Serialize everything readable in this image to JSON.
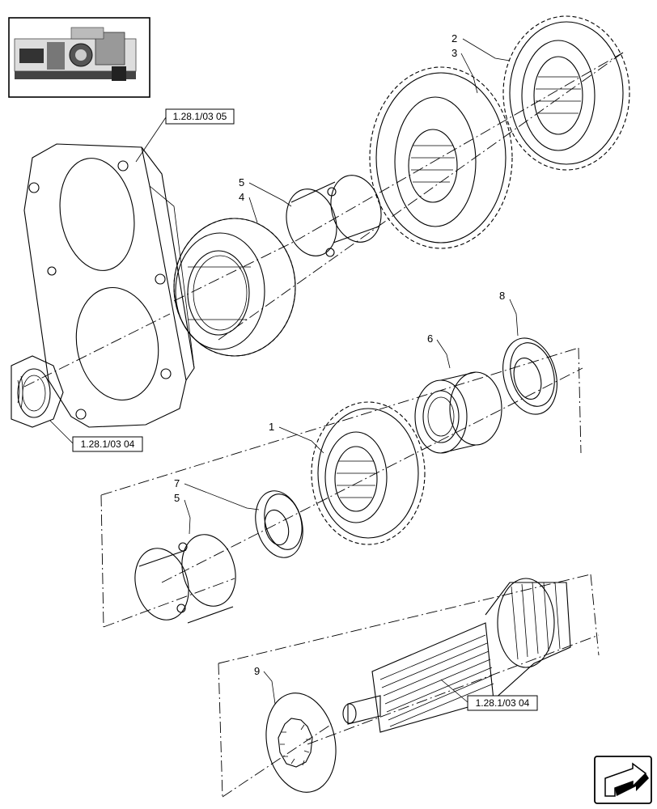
{
  "diagram": {
    "references": {
      "top": "1.28.1/03 05",
      "left": "1.28.1/03 04",
      "shaft": "1.28.1/03 04"
    },
    "callouts": {
      "c1": "1",
      "c2": "2",
      "c3": "3",
      "c4": "4",
      "c5a": "5",
      "c5b": "5",
      "c6": "6",
      "c7": "7",
      "c8": "8",
      "c9": "9"
    },
    "icons": {
      "thumbnail": "tractor-transmission-thumbnail",
      "nav": "next-page-arrow-icon"
    }
  }
}
